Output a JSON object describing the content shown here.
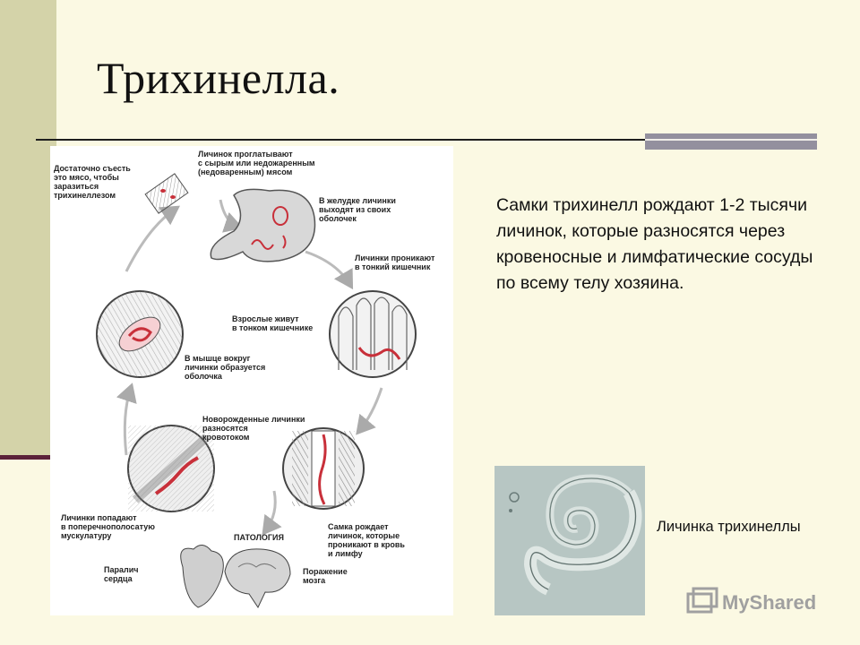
{
  "slide": {
    "title": "Трихинелла.",
    "description": "Самки трихинелл рождают 1-2 тысячи личинок, которые разносятся через кровеносные и лимфатические сосуды по всему телу хозяина.",
    "photo_caption": "Личинка трихинеллы",
    "watermark": "MyShared"
  },
  "diagram": {
    "labels": {
      "eat_meat": "Достаточно съесть\nэто мясо, чтобы\nзаразиться\nтрихинеллезом",
      "swallow": "Личинок проглатывают\nс сырым или недожаренным\n(недоваренным) мясом",
      "stomach": "В желудке личинки\nвыходят из своих\nоболочек",
      "intestine_enter": "Личинки проникают\nв тонкий кишечник",
      "adults": "Взрослые живут\nв тонком кишечнике",
      "capsule": "В мышце вокруг\nличинки образуется\nоболочка",
      "newborn": "Новорожденные личинки\nразносятся\nкровотоком",
      "muscle": "Личинки попадают\nв поперечнополосатую\nмускулатуру",
      "female": "Самка рождает\nличинок, которые\nпроникают в кровь\nи лимфу",
      "pathology": "ПАТОЛОГИЯ",
      "heart": "Паралич\nсердца",
      "brain": "Поражение\nмозга"
    }
  },
  "colors": {
    "background": "#fbf9e3",
    "sidebar": "#d4d3a9",
    "accent_dark": "#5b2139",
    "rule_accent": "#93909e",
    "parasite_red": "#c8303a"
  }
}
